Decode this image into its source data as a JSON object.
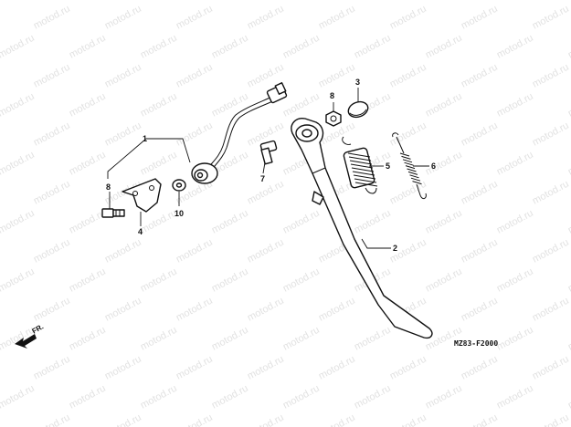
{
  "watermark": {
    "text": "motod.ru"
  },
  "diagram": {
    "code": "MZ83-F2000",
    "direction_label": "FR.",
    "callouts": [
      {
        "number": "1",
        "part": "side-stand-switch"
      },
      {
        "number": "2",
        "part": "side-stand"
      },
      {
        "number": "3",
        "part": "cap"
      },
      {
        "number": "4",
        "part": "switch-bracket"
      },
      {
        "number": "5",
        "part": "inner-spring"
      },
      {
        "number": "6",
        "part": "outer-spring"
      },
      {
        "number": "7",
        "part": "pivot-bolt"
      },
      {
        "number": "8",
        "part": "flange-bolt"
      },
      {
        "number": "8",
        "part": "lock-nut"
      },
      {
        "number": "10",
        "part": "washer"
      }
    ]
  }
}
